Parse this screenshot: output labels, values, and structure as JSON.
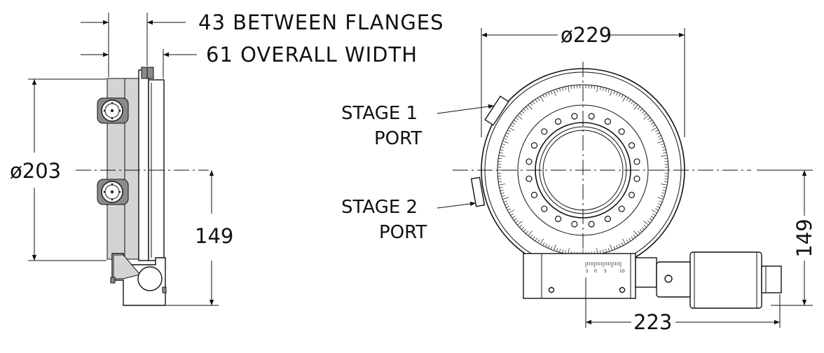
{
  "dimensions": {
    "between_flanges": "43 BETWEEN FLANGES",
    "overall_width": "61 OVERALL WIDTH",
    "left_diameter": "ø203",
    "left_height": "149",
    "right_diameter": "ø229",
    "right_height": "149",
    "right_width": "223"
  },
  "labels": {
    "stage1_line1": "STAGE 1",
    "stage1_line2": "PORT",
    "stage2_line1": "STAGE 2",
    "stage2_line2": "PORT"
  },
  "scale_numbers": [
    "5",
    "0",
    "5",
    "10"
  ]
}
